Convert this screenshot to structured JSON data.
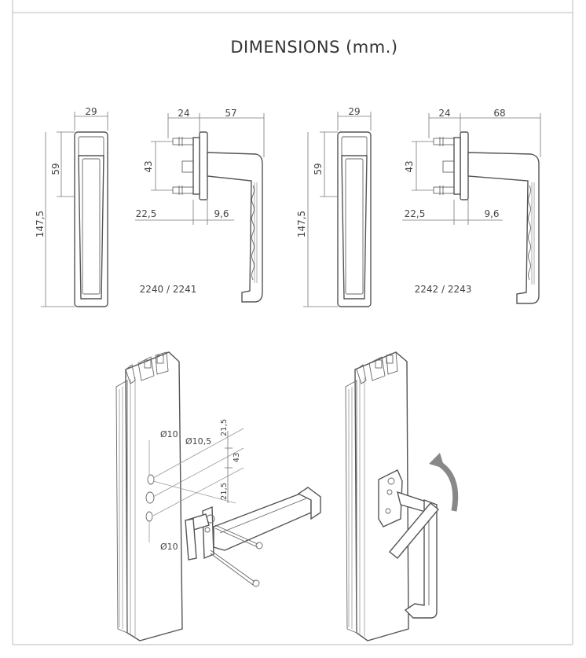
{
  "title": "DIMENSIONS (mm.)",
  "models": [
    {
      "label": "2240 / 2241",
      "front": {
        "width": "29",
        "rosette_height": "59",
        "total_height": "147,5"
      },
      "side": {
        "base": "24",
        "reach": "57",
        "spacing": "43",
        "offset": "22,5",
        "thickness": "9,6"
      }
    },
    {
      "label": "2242 / 2243",
      "front": {
        "width": "29",
        "rosette_height": "59",
        "total_height": "147,5"
      },
      "side": {
        "base": "24",
        "reach": "68",
        "spacing": "43",
        "offset": "22,5",
        "thickness": "9,6"
      }
    }
  ],
  "install": {
    "hole_top": "Ø10",
    "hole_mid": "Ø10,5",
    "hole_bottom": "Ø10",
    "dist_top": "21,5",
    "dist_mid": "43",
    "dist_bottom": "21,5"
  }
}
